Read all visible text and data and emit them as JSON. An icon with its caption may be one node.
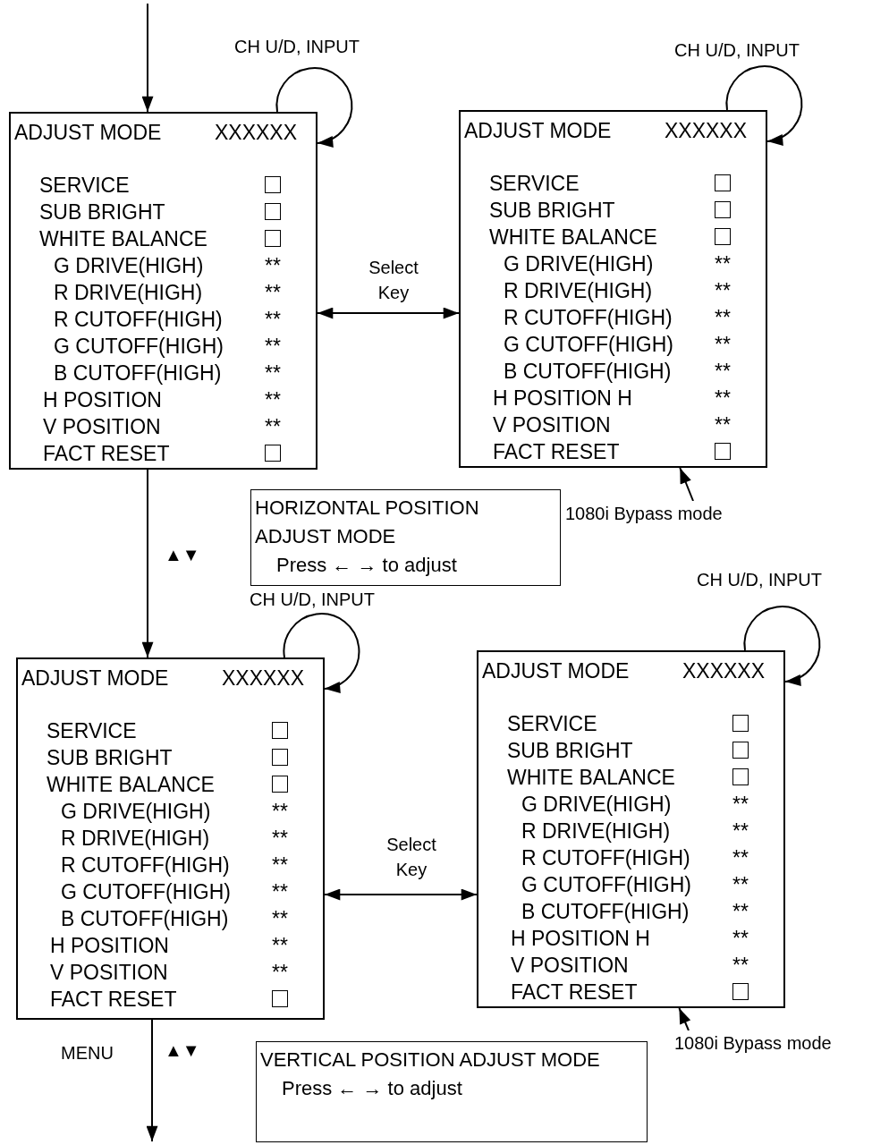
{
  "diagram": {
    "nodes": [
      {
        "text": [
          "ADJUST MODE",
          "XXXXXX",
          "SERVICE",
          "SUB BRIGHT",
          "WHITE BALANCE",
          "G DRIVE(HIGH)",
          "**",
          "R DRIVE(HIGH)",
          "**",
          "R CUTOFF(HIGH)",
          "**",
          "G CUTOFF(HIGH)",
          "**",
          "B CUTOFF(HIGH)",
          "**",
          "H POSITION",
          "**",
          "V POSITION",
          "**",
          "FACT RESET"
        ]
      },
      {
        "text": [
          "ADJUST MODE",
          "XXXXXX",
          "SERVICE",
          "SUB BRIGHT",
          "WHITE BALANCE",
          "G DRIVE(HIGH)",
          "**",
          "R DRIVE(HIGH)",
          "**",
          "R CUTOFF(HIGH)",
          "**",
          "G CUTOFF(HIGH)",
          "**",
          "B CUTOFF(HIGH)",
          "**",
          "H POSITION H",
          "**",
          "V POSITION",
          "**",
          "FACT RESET"
        ]
      },
      {
        "text": [
          "HORIZONTAL POSITION ADJUST MODE",
          "Press ← → to adjust"
        ]
      },
      {
        "text": [
          "ADJUST MODE",
          "XXXXXX",
          "SERVICE",
          "SUB BRIGHT",
          "WHITE BALANCE",
          "G DRIVE(HIGH)",
          "**",
          "R DRIVE(HIGH)",
          "**",
          "R CUTOFF(HIGH)",
          "**",
          "G CUTOFF(HIGH)",
          "**",
          "B CUTOFF(HIGH)",
          "**",
          "H POSITION",
          "**",
          "V POSITION",
          "**",
          "FACT RESET"
        ]
      },
      {
        "text": [
          "ADJUST MODE",
          "XXXXXX",
          "SERVICE",
          "SUB BRIGHT",
          "WHITE BALANCE",
          "G DRIVE(HIGH)",
          "**",
          "R DRIVE(HIGH)",
          "**",
          "R CUTOFF(HIGH)",
          "**",
          "G CUTOFF(HIGH)",
          "**",
          "B CUTOFF(HIGH)",
          "**",
          "H POSITION H",
          "**",
          "V POSITION",
          "**",
          "FACT RESET"
        ]
      },
      {
        "text": [
          "VERTICAL POSITION ADJUST MODE",
          "Press ← → to adjust"
        ]
      },
      {
        "text": [
          "1080i Bypass mode"
        ]
      },
      {
        "text": [
          "1080i Bypass mode"
        ]
      }
    ],
    "edges": [
      {
        "from": null,
        "to": 0,
        "arrow": "to"
      },
      {
        "from": 0,
        "to": 0,
        "arrow": "to",
        "label": "CH U/D, INPUT"
      },
      {
        "from": 1,
        "to": 1,
        "arrow": "to",
        "label": "CH U/D, INPUT"
      },
      {
        "from": 0,
        "to": 1,
        "arrow": "both",
        "label": "Select Key"
      },
      {
        "from": 0,
        "to": 3,
        "arrow": "to",
        "label": "▲▼"
      },
      {
        "from": 3,
        "to": 3,
        "arrow": "to",
        "label": "CH U/D, INPUT"
      },
      {
        "from": 4,
        "to": 4,
        "arrow": "to",
        "label": "CH U/D, INPUT"
      },
      {
        "from": 3,
        "to": 4,
        "arrow": "both",
        "label": "Select Key"
      },
      {
        "from": 3,
        "to": null,
        "arrow": "to",
        "label": "▲▼"
      },
      {
        "from": 6,
        "to": 1,
        "arrow": "to"
      },
      {
        "from": 7,
        "to": 4,
        "arrow": "to"
      }
    ],
    "labels": [
      "MENU"
    ]
  }
}
